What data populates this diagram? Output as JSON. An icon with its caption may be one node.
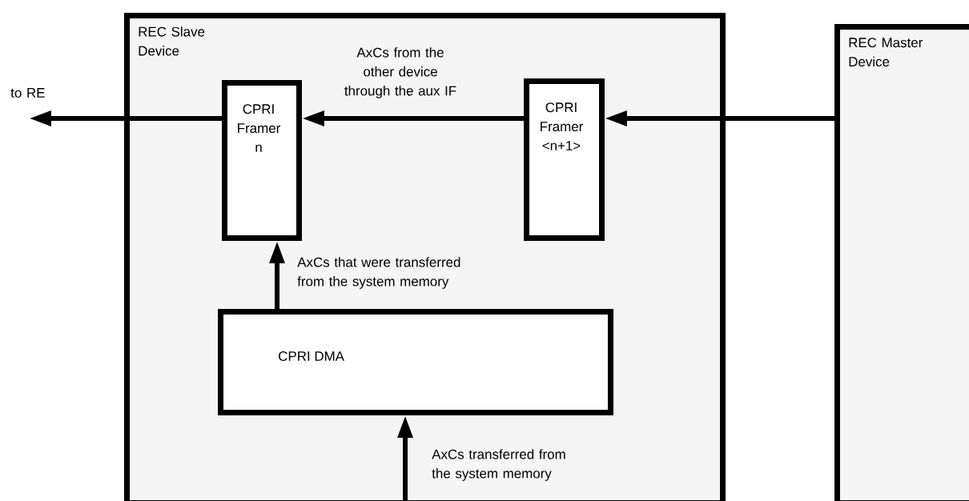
{
  "diagram": {
    "nodes": [
      {
        "text": [
          "REC Slave Device"
        ]
      },
      {
        "text": [
          "CPRI Framer n"
        ],
        "in": 0
      },
      {
        "text": [
          "CPRI Framer <n+1>"
        ],
        "in": 0
      },
      {
        "text": [
          "CPRI DMA"
        ],
        "in": 0
      },
      {
        "text": [
          "REC Master Device"
        ]
      }
    ],
    "edges": [
      {
        "from": 4,
        "to": 2,
        "arrow": "to"
      },
      {
        "from": 2,
        "to": 1,
        "arrow": "to",
        "label": "AxCs from the other device through the aux IF"
      },
      {
        "from": 1,
        "to": null,
        "arrow": "to",
        "label": "to RE"
      },
      {
        "from": 3,
        "to": 1,
        "arrow": "to",
        "label": "AxCs that were transferred from the system memory"
      },
      {
        "from": null,
        "to": 3,
        "arrow": "to",
        "label": "AxCs transferred from the system memory"
      }
    ]
  }
}
